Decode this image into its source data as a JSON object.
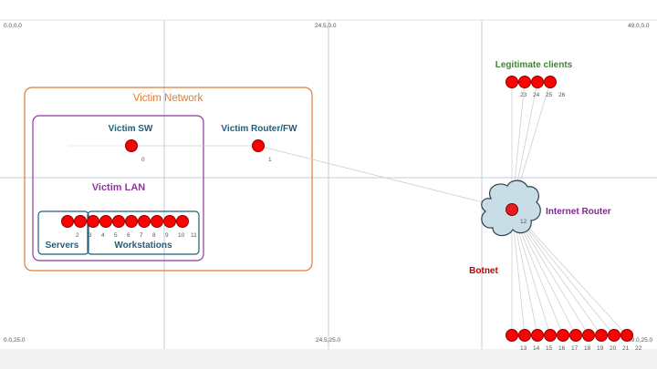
{
  "coord_labels": {
    "top_left": "0.0,0.0",
    "top_mid": "24.5,0.0",
    "top_right": "49.0,0.0",
    "bottom_left": "0.0,25.0",
    "bottom_mid": "24.5,25.0",
    "bottom_right": "49.0,25.0"
  },
  "groups": {
    "victim_network": "Victim Network",
    "victim_lan": "Victim LAN",
    "servers": "Servers",
    "workstations": "Workstations"
  },
  "labels": {
    "victim_sw": "Victim SW",
    "victim_router": "Victim Router/FW",
    "internet_router": "Internet Router",
    "legitimate_clients": "Legitimate clients",
    "botnet": "Botnet"
  },
  "colors": {
    "node_fill": "#ff0000",
    "node_stroke": "#8b0000",
    "network_box": "#e07b39",
    "lan_box": "#8e3a9d",
    "subnet_box": "#1f5f7a",
    "teal_text": "#1f5f7a",
    "purple_text": "#7b2a8e",
    "green_text": "#3b8a2e",
    "red_text": "#c00000",
    "cloud_fill": "#c9dde6"
  },
  "nodes": {
    "sw": "0",
    "router": "1",
    "servers": [
      "2"
    ],
    "workstations": [
      "3",
      "4",
      "5",
      "6",
      "7",
      "8",
      "9",
      "10",
      "11"
    ],
    "internet": "12",
    "botnet": [
      "13",
      "14",
      "15",
      "16",
      "17",
      "18",
      "19",
      "20",
      "21",
      "22"
    ],
    "clients": [
      "23",
      "24",
      "25",
      "26"
    ]
  }
}
